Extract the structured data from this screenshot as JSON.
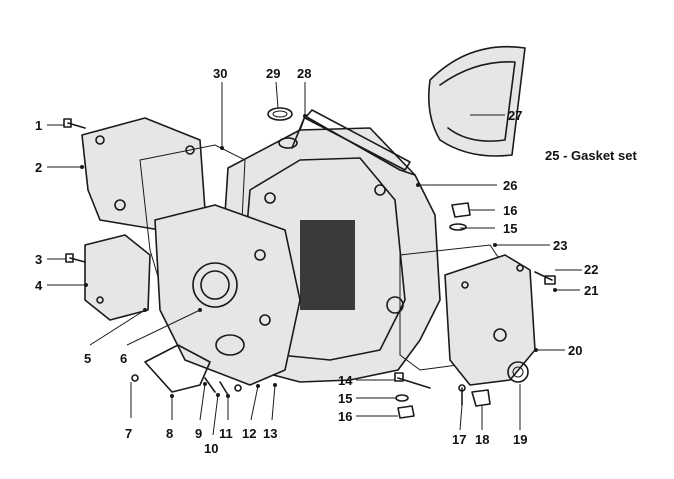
{
  "note": "25 - Gasket set",
  "labels": [
    "1",
    "2",
    "3",
    "4",
    "5",
    "6",
    "7",
    "8",
    "9",
    "10",
    "11",
    "12",
    "13",
    "14",
    "15",
    "16",
    "15",
    "16",
    "17",
    "18",
    "19",
    "20",
    "21",
    "22",
    "23",
    "26",
    "27",
    "28",
    "29",
    "30"
  ]
}
